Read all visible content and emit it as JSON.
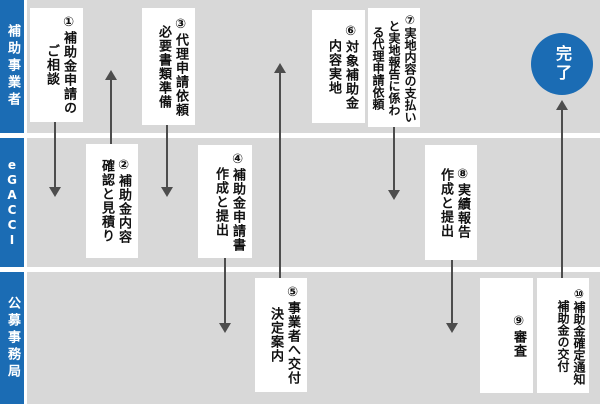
{
  "diagram": {
    "type": "swimlane-flowchart",
    "colors": {
      "accent_blue": "#1b6cb4",
      "lane_gray": "#d8d8d8",
      "arrow_gray": "#4d4d4d",
      "box_bg": "#ffffff",
      "text": "#111111"
    },
    "lanes": [
      {
        "id": "operator",
        "label": "補助事業者"
      },
      {
        "id": "egacci",
        "label": "eGACCI"
      },
      {
        "id": "office",
        "label": "公募事務局"
      }
    ],
    "steps": [
      {
        "num": "①",
        "lane": "operator",
        "text": "①補助金申請の\nご相談"
      },
      {
        "num": "②",
        "lane": "egacci",
        "text": "②補助金内容\n確認と見積り"
      },
      {
        "num": "③",
        "lane": "operator",
        "text": "③代理申請依頼\n必要書類準備"
      },
      {
        "num": "④",
        "lane": "egacci",
        "text": "④補助金申請書\n作成と提出"
      },
      {
        "num": "⑤",
        "lane": "office",
        "text": "⑤事業者へ交付\n決定案内"
      },
      {
        "num": "⑥",
        "lane": "operator",
        "text": "⑥対象補助金\n内容実地"
      },
      {
        "num": "⑦",
        "lane": "operator",
        "text": "⑦実地内容の支払い\nと実地報告に係わ\nる代理申請依頼"
      },
      {
        "num": "⑧",
        "lane": "egacci",
        "text": "⑧実績報告\n作成と提出"
      },
      {
        "num": "⑨",
        "lane": "office",
        "text": "⑨審査"
      },
      {
        "num": "⑩",
        "lane": "office",
        "text": "⑩補助金確定通知\n補助金の交付"
      }
    ],
    "arrows": [
      {
        "from": "step-1",
        "to": "lane-egacci",
        "direction": "down"
      },
      {
        "from": "step-2",
        "to": "lane-operator",
        "direction": "up"
      },
      {
        "from": "step-3",
        "to": "lane-egacci",
        "direction": "down"
      },
      {
        "from": "step-4",
        "to": "lane-office",
        "direction": "down"
      },
      {
        "from": "step-5",
        "to": "lane-operator",
        "direction": "up"
      },
      {
        "from": "step-7",
        "to": "lane-egacci",
        "direction": "down"
      },
      {
        "from": "step-8",
        "to": "lane-office",
        "direction": "down"
      },
      {
        "from": "step-10",
        "to": "end-marker",
        "direction": "up"
      }
    ],
    "end_marker": {
      "label": "完了"
    }
  }
}
